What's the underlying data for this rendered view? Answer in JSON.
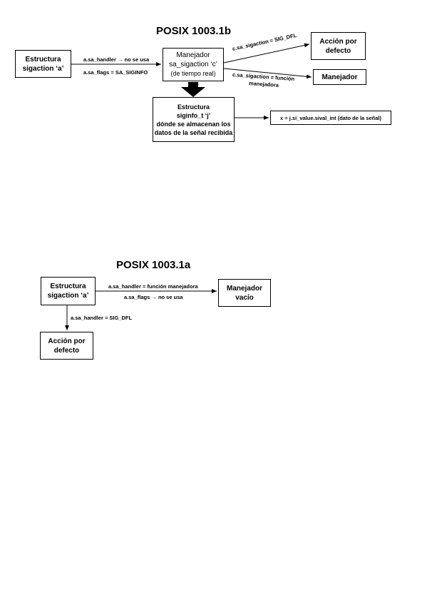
{
  "diagram_b": {
    "title": "POSIX 1003.1b",
    "box_struct": [
      "Estructura",
      "sigaction ‘a’"
    ],
    "box_handler": [
      "Manejador",
      "sa_sigaction ‘c’",
      "(de tiempo real)"
    ],
    "box_default": [
      "Acción por",
      "defecto"
    ],
    "box_manejador": [
      "Manejador"
    ],
    "box_siginfo": [
      "Estructura",
      "siginfo_t ‘j’",
      "dónde se almacenan los",
      "datos de la señal recibida"
    ],
    "box_value": [
      "x = j.si_value.sival_int (dato de la señal)"
    ],
    "label_handler": "a.sa_handler → no se usa",
    "label_flags": "a.sa_flags = SA_SIGINFO",
    "label_dfl": "c.sa_sigaction = SIG_DFL",
    "label_func_1": "c.sa_sigaction = función",
    "label_func_2": "manejadora"
  },
  "diagram_a": {
    "title": "POSIX 1003.1a",
    "box_struct": [
      "Estructura",
      "sigaction ‘a’"
    ],
    "box_empty": [
      "Manejador",
      "vacío"
    ],
    "box_default": [
      "Acción por",
      "defecto"
    ],
    "label_handler": "a.sa_handler = función manejadora",
    "label_flags": "a.sa_flags → no se usa",
    "label_dfl": "a.sa_handler = SIG_DFL"
  }
}
